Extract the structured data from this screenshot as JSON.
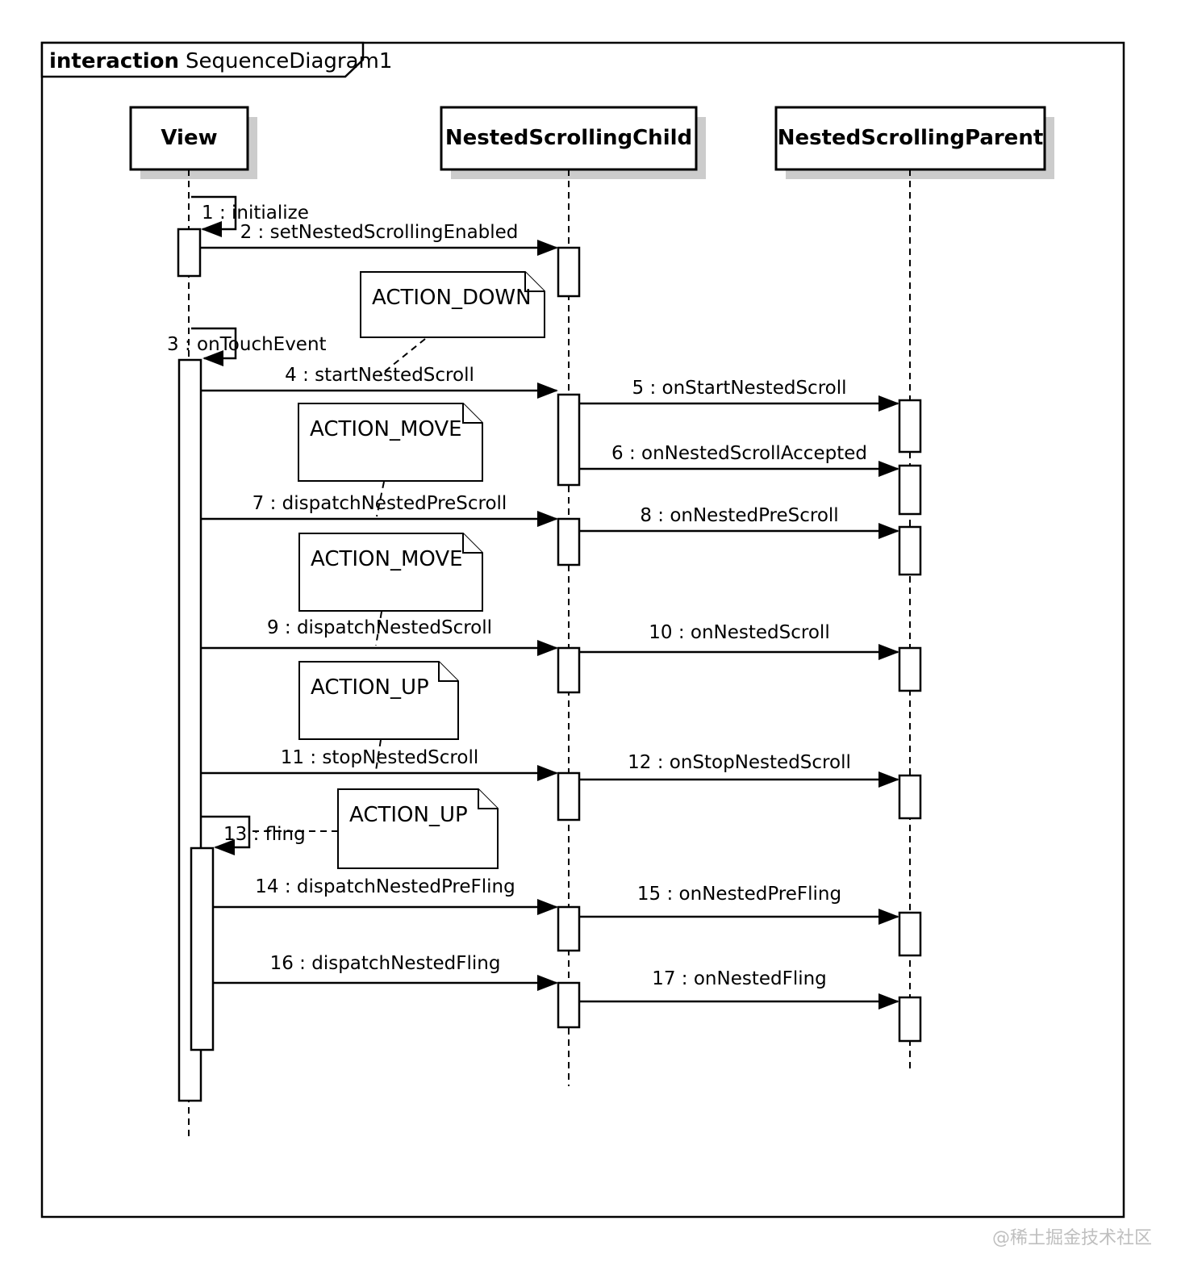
{
  "diagram": {
    "kind": "uml-sequence-diagram",
    "frame_keyword": "interaction",
    "frame_title": "SequenceDiagram1",
    "watermark": "@稀土掘金技术社区"
  },
  "lifelines": [
    {
      "id": "view",
      "label": "View"
    },
    {
      "id": "child",
      "label": "NestedScrollingChild"
    },
    {
      "id": "parent",
      "label": "NestedScrollingParent"
    }
  ],
  "messages": [
    {
      "seq": 1,
      "label": "1 : initialize",
      "from": "view",
      "to": "view",
      "kind": "self"
    },
    {
      "seq": 2,
      "label": "2 : setNestedScrollingEnabled",
      "from": "view",
      "to": "child",
      "kind": "call"
    },
    {
      "seq": 3,
      "label": "3 : onTouchEvent",
      "from": "view",
      "to": "view",
      "kind": "self"
    },
    {
      "seq": 4,
      "label": "4 : startNestedScroll",
      "from": "view",
      "to": "child",
      "kind": "call"
    },
    {
      "seq": 5,
      "label": "5 : onStartNestedScroll",
      "from": "child",
      "to": "parent",
      "kind": "call"
    },
    {
      "seq": 6,
      "label": "6 : onNestedScrollAccepted",
      "from": "child",
      "to": "parent",
      "kind": "call"
    },
    {
      "seq": 7,
      "label": "7 : dispatchNestedPreScroll",
      "from": "view",
      "to": "child",
      "kind": "call"
    },
    {
      "seq": 8,
      "label": "8 : onNestedPreScroll",
      "from": "child",
      "to": "parent",
      "kind": "call"
    },
    {
      "seq": 9,
      "label": "9 : dispatchNestedScroll",
      "from": "view",
      "to": "child",
      "kind": "call"
    },
    {
      "seq": 10,
      "label": "10 : onNestedScroll",
      "from": "child",
      "to": "parent",
      "kind": "call"
    },
    {
      "seq": 11,
      "label": "11 : stopNestedScroll",
      "from": "view",
      "to": "child",
      "kind": "call"
    },
    {
      "seq": 12,
      "label": "12 : onStopNestedScroll",
      "from": "child",
      "to": "parent",
      "kind": "call"
    },
    {
      "seq": 13,
      "label": "13 : fling",
      "from": "view",
      "to": "view",
      "kind": "self"
    },
    {
      "seq": 14,
      "label": "14 : dispatchNestedPreFling",
      "from": "view",
      "to": "child",
      "kind": "call"
    },
    {
      "seq": 15,
      "label": "15 : onNestedPreFling",
      "from": "child",
      "to": "parent",
      "kind": "call"
    },
    {
      "seq": 16,
      "label": "16 : dispatchNestedFling",
      "from": "view",
      "to": "child",
      "kind": "call"
    },
    {
      "seq": 17,
      "label": "17 : onNestedFling",
      "from": "child",
      "to": "parent",
      "kind": "call"
    }
  ],
  "notes": [
    {
      "label": "ACTION_DOWN",
      "annotates": "4 : startNestedScroll"
    },
    {
      "label": "ACTION_MOVE",
      "annotates": "7 : dispatchNestedPreScroll"
    },
    {
      "label": "ACTION_MOVE",
      "annotates": "9 : dispatchNestedScroll"
    },
    {
      "label": "ACTION_UP",
      "annotates": "11 : stopNestedScroll"
    },
    {
      "label": "ACTION_UP",
      "annotates": "13 : fling"
    }
  ],
  "colors": {
    "line": "#000000",
    "fill": "#ffffff",
    "shadow": "#cccccc",
    "watermark": "#bfbfbf"
  }
}
